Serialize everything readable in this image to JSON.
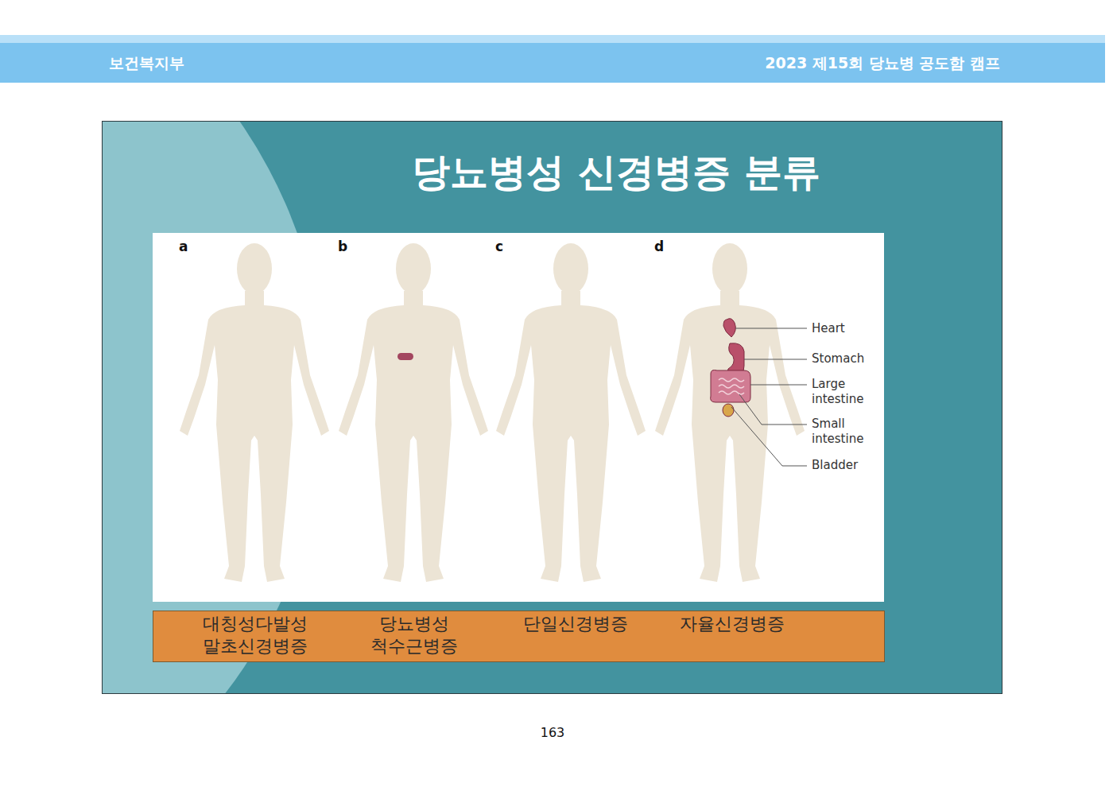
{
  "diagram": {
    "title": "당뇨병성 신경병증 분류",
    "nodes": [
      {
        "text": [
          "대칭성다발성 말초신경병증",
          "당뇨병성 척수근병증",
          "단일신경병증",
          "자율신경병증"
        ]
      }
    ],
    "labels": [
      "보건복지부",
      "2023 제15회 당뇨병 공도함 캠프",
      "a",
      "b",
      "c",
      "d",
      "Heart",
      "Stomach",
      "Large intestine",
      "Small intestine",
      "Bladder",
      "163"
    ]
  }
}
